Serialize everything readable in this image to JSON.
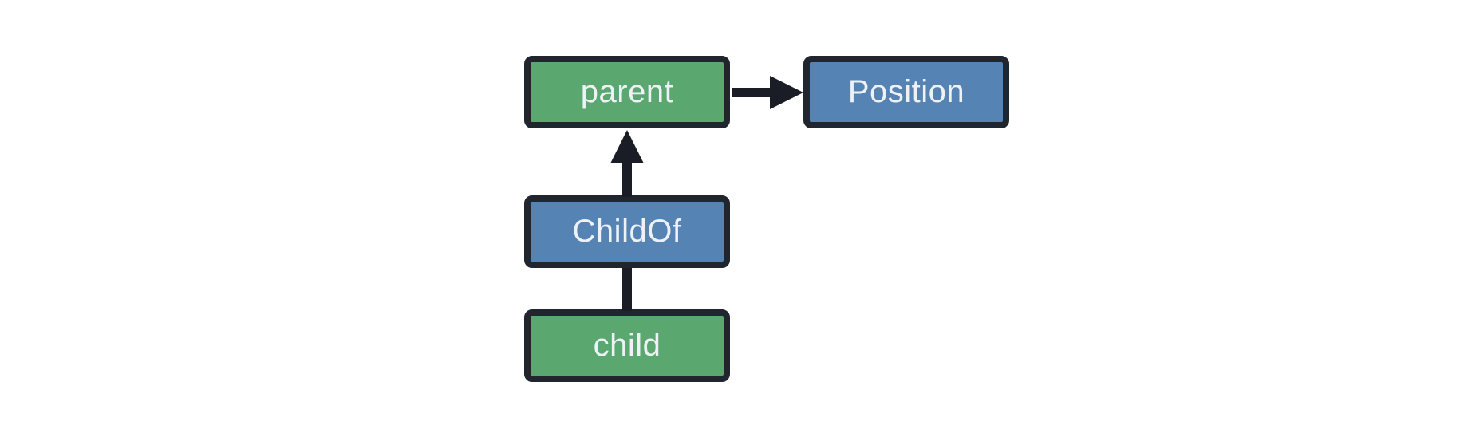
{
  "diagram": {
    "background": "#ffffff",
    "colors": {
      "green_fill": "#5aa770",
      "blue_fill": "#5583b3",
      "node_border": "#21252d",
      "node_text": "#eef1f6",
      "edge": "#1a1d25"
    },
    "nodes": [
      {
        "id": "parent",
        "label": "parent",
        "color": "#5aa770"
      },
      {
        "id": "Position",
        "label": "Position",
        "color": "#5583b3"
      },
      {
        "id": "ChildOf",
        "label": "ChildOf",
        "color": "#5583b3"
      },
      {
        "id": "child",
        "label": "child",
        "color": "#5aa770"
      }
    ],
    "edges": [
      {
        "from": "parent",
        "to": "Position",
        "arrowhead": "right"
      },
      {
        "from": "ChildOf",
        "to": "parent",
        "arrowhead": "up"
      },
      {
        "from": "child",
        "to": "ChildOf",
        "arrowhead": "none"
      }
    ]
  }
}
